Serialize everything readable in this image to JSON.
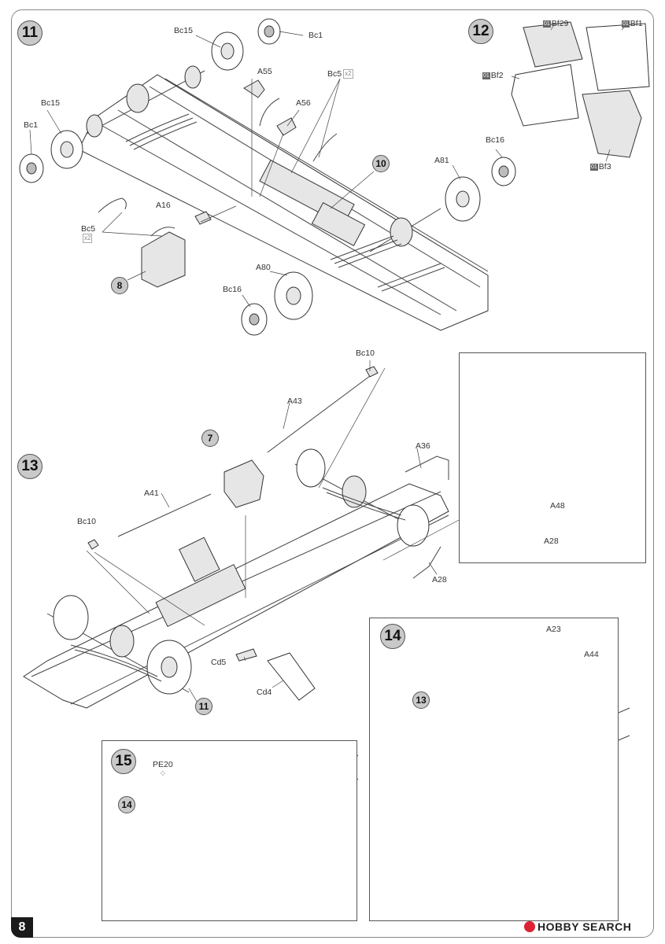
{
  "page": {
    "number": "8"
  },
  "watermark": {
    "text": "HOBBY SEARCH"
  },
  "steps": {
    "s11": {
      "number": "11",
      "labels": {
        "bc15_top": "Bc15",
        "bc1_top": "Bc1",
        "a55": "A55",
        "bc5_top": "Bc5",
        "bc5_top_qty": "x2",
        "a56": "A56",
        "bc15_left": "Bc15",
        "bc1_left": "Bc1",
        "a16": "A16",
        "bc5_left": "Bc5",
        "bc5_left_qty": "x2",
        "a81": "A81",
        "bc16_right": "Bc16",
        "a80": "A80",
        "bc16_bottom": "Bc16"
      },
      "refs": {
        "r8": "8",
        "r10": "10"
      }
    },
    "s12": {
      "number": "12",
      "labels": {
        "bf29": "Bf29",
        "bf1": "Bf1",
        "bf2": "Bf2",
        "bf3": "Bf3"
      },
      "sprue": "01"
    },
    "s13": {
      "number": "13",
      "labels": {
        "bc10_top": "Bc10",
        "a43": "A43",
        "a36": "A36",
        "a41": "A41",
        "bc10_left": "Bc10",
        "a28": "A28",
        "cd5": "Cd5",
        "cd4": "Cd4",
        "a48": "A48",
        "a28_detail": "A28"
      },
      "refs": {
        "r7": "7",
        "r11": "11"
      }
    },
    "s14": {
      "number": "14",
      "labels": {
        "a23": "A23",
        "a44": "A44"
      },
      "refs": {
        "r13": "13"
      }
    },
    "s15": {
      "number": "15",
      "labels": {
        "pe20": "PE20",
        "pe20_mark": "◇"
      },
      "refs": {
        "r14": "14"
      }
    }
  }
}
